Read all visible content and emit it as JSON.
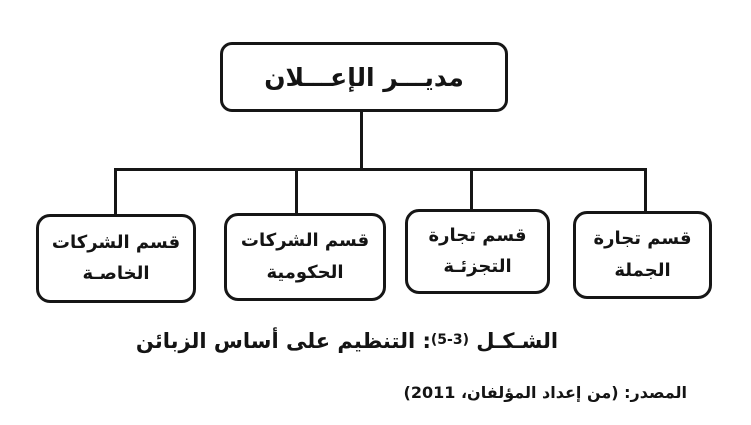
{
  "colors": {
    "ink": "#161616",
    "paper": "#ffffff"
  },
  "org_chart": {
    "type": "organization-tree",
    "root": {
      "label": "مديـــر الإعـــلان"
    },
    "children": [
      {
        "id": "wholesale-trade",
        "line1": "قسم تجارة",
        "line2": "الجملة"
      },
      {
        "id": "retail-trade",
        "line1": "قسم تجارة",
        "line2": "التجزئـة"
      },
      {
        "id": "government-companies",
        "line1": "قسم الشركات",
        "line2": "الحكومية"
      },
      {
        "id": "private-companies",
        "line1": "قسم الشركات",
        "line2": "الخاصـة"
      }
    ]
  },
  "caption": {
    "figure_word": "الشـكـل ",
    "figure_number": "(3-5)",
    "title": ": التنظيم على أساس الزبائن"
  },
  "source_note": "المصدر: (من إعداد المؤلفان، 2011)"
}
